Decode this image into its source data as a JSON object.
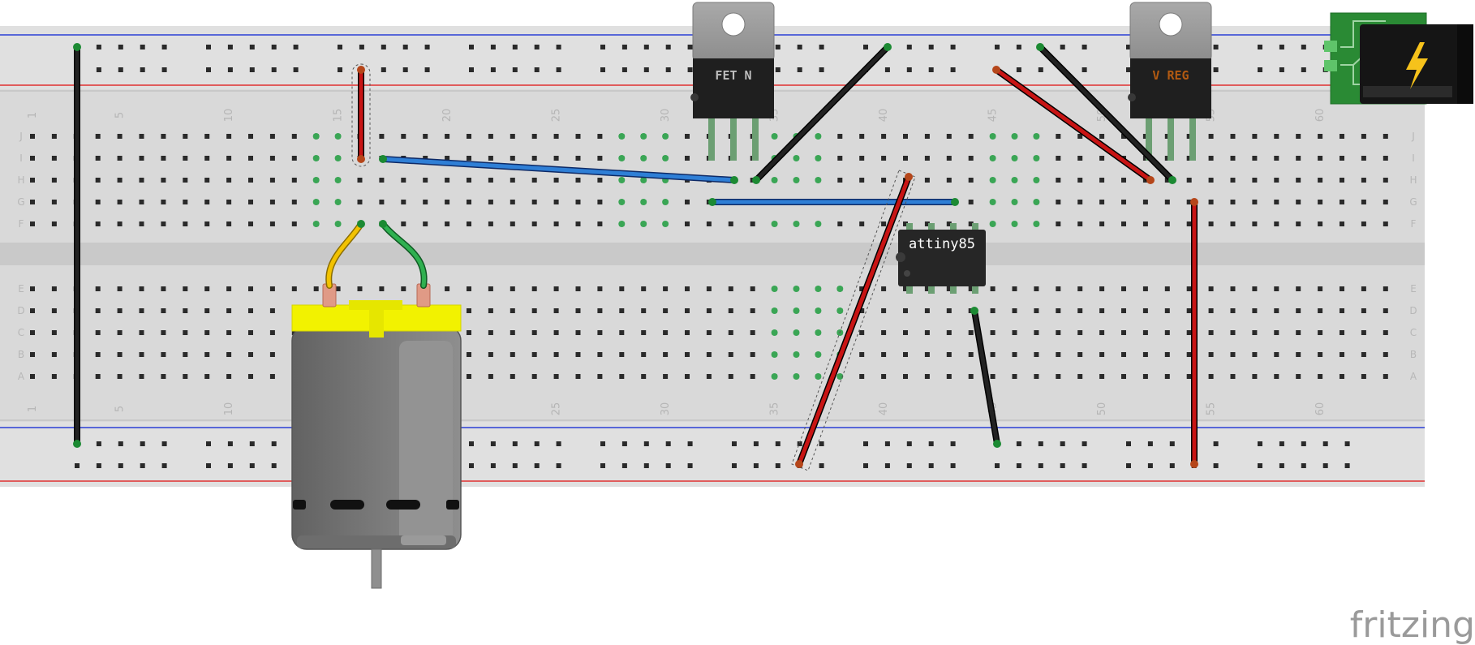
{
  "breadboard": {
    "row_labels": [
      "J",
      "I",
      "H",
      "G",
      "F",
      "E",
      "D",
      "C",
      "B",
      "A"
    ],
    "column_numbers": [
      "1",
      "5",
      "10",
      "15",
      "20",
      "25",
      "30",
      "35",
      "40",
      "45",
      "50",
      "55",
      "60"
    ],
    "rail_colors": {
      "negative": "#2a3fd6",
      "positive": "#e03030"
    }
  },
  "parts": {
    "fet": {
      "label": "FET N"
    },
    "vreg": {
      "label": "V REG"
    },
    "chip": {
      "label": "attiny85"
    },
    "motor": {
      "icon": "dc-motor"
    },
    "power_jack": {
      "icon": "lightning-bolt-icon"
    }
  },
  "wire_colors": {
    "black": "#222222",
    "red": "#c81414",
    "blue": "#2f7fd6",
    "yellow": "#f2c200",
    "green": "#2fb050"
  },
  "branding": {
    "logo": "fritzing"
  }
}
